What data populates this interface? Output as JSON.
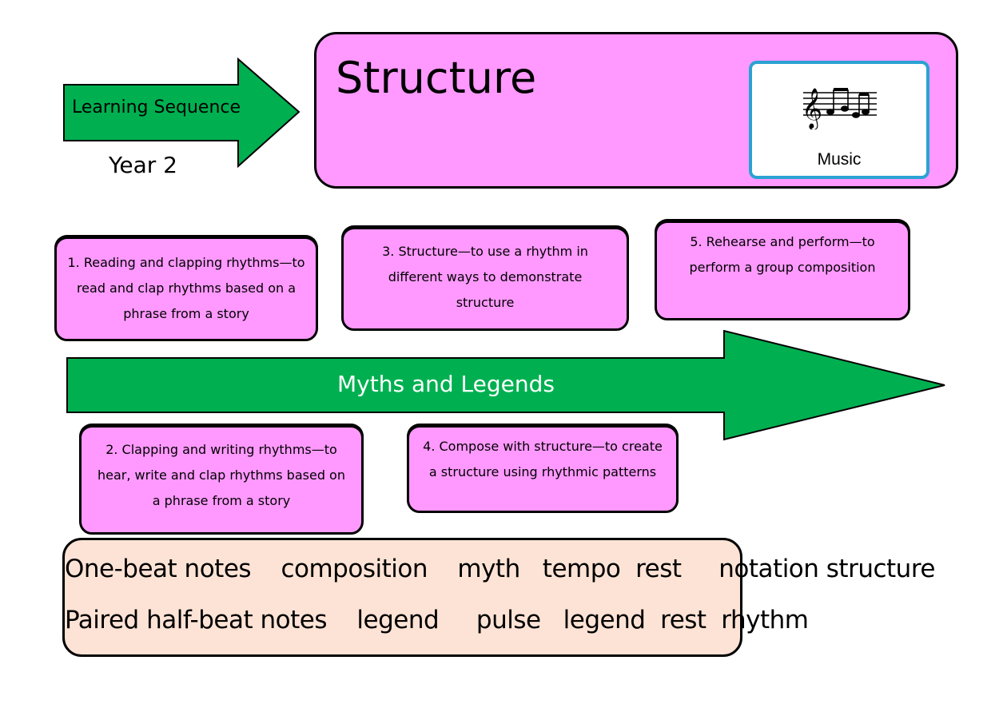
{
  "header_arrow": {
    "label": "Learning Sequence",
    "color": "#00b050"
  },
  "year_label": "Year 2",
  "title": "Structure",
  "subject_card": {
    "label": "Music",
    "icon": "music-notes-icon"
  },
  "steps": [
    {
      "id": "step-1",
      "text": "1. Reading and clapping rhythms—to read and clap rhythms based on a phrase from a story"
    },
    {
      "id": "step-3",
      "text": "3. Structure—to use a rhythm in different ways to demonstrate structure"
    },
    {
      "id": "step-5",
      "text": "5. Rehearse and perform—to perform a group composition"
    },
    {
      "id": "step-2",
      "text": "2. Clapping and writing rhythms—to hear, write and clap rhythms based on a phrase from a story"
    },
    {
      "id": "step-4",
      "text": "4. Compose with structure—to create a structure using rhythmic patterns"
    }
  ],
  "timeline_arrow": {
    "label": "Myths and Legends",
    "color": "#00b050"
  },
  "vocabulary": {
    "line1": "One-beat notes    composition    myth   tempo  rest     notation structure",
    "line2": "Paired half-beat notes    legend     pulse   legend  rest  rhythm"
  },
  "colors": {
    "box_fill": "#ff99ff",
    "vocab_fill": "#fde3d5",
    "card_border": "#29a3d3",
    "arrow_fill": "#00b050"
  }
}
